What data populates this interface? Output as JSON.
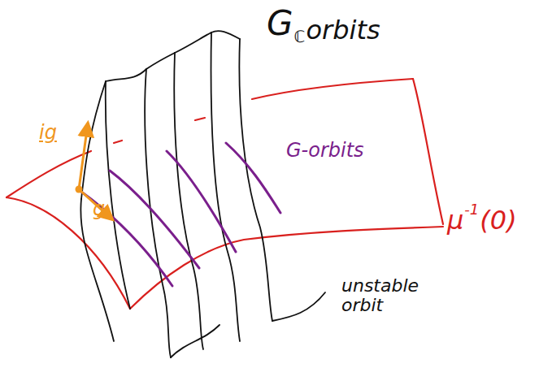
{
  "diagram": {
    "labels": [
      "G",
      "ℂ",
      "orbits",
      "ig",
      "g",
      "G-orbits",
      "μ",
      "-1",
      "(0)",
      "unstable orbit"
    ]
  }
}
